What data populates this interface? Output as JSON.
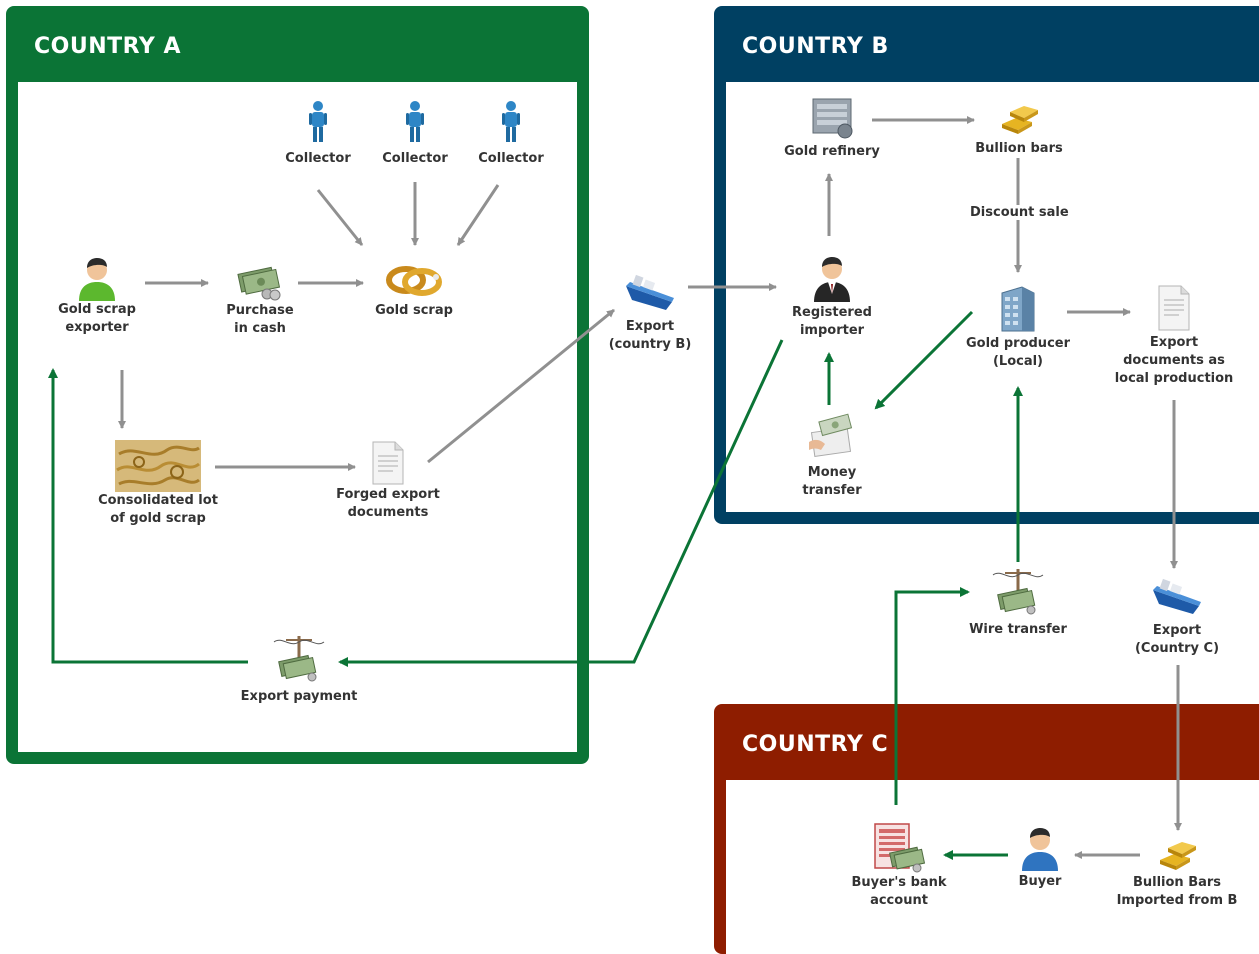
{
  "countries": {
    "a": {
      "title": "COUNTRY A",
      "color": "#0b7436"
    },
    "b": {
      "title": "COUNTRY B",
      "color": "#004062"
    },
    "c": {
      "title": "COUNTRY C",
      "color": "#8e1d00"
    }
  },
  "nodes": {
    "collector_1": {
      "line1": "Collector",
      "icon": "person-icon"
    },
    "collector_2": {
      "line1": "Collector",
      "icon": "person-icon"
    },
    "collector_3": {
      "line1": "Collector",
      "icon": "person-icon"
    },
    "gold_scrap_exporter": {
      "line1": "Gold scrap",
      "line2": "exporter",
      "icon": "user-icon"
    },
    "purchase_in_cash": {
      "line1": "Purchase",
      "line2": "in cash",
      "icon": "cash-icon"
    },
    "gold_scrap": {
      "line1": "Gold scrap",
      "icon": "gold-rings-icon"
    },
    "consolidated_lot": {
      "line1": "Consolidated lot",
      "line2": "of gold scrap",
      "icon": "gold-pile-icon"
    },
    "forged_export_documents": {
      "line1": "Forged export",
      "line2": "documents",
      "icon": "document-icon"
    },
    "export_payment": {
      "line1": "Export payment",
      "icon": "wire-money-icon"
    },
    "export_country_b": {
      "line1": "Export",
      "line2": "(country B)",
      "icon": "ship-icon"
    },
    "gold_refinery": {
      "line1": "Gold refinery",
      "icon": "refinery-icon"
    },
    "bullion_bars": {
      "line1": "Bullion bars",
      "icon": "gold-bars-icon"
    },
    "registered_importer": {
      "line1": "Registered",
      "line2": "importer",
      "icon": "businessman-icon"
    },
    "gold_producer": {
      "line1": "Gold producer",
      "line2": "(Local)",
      "icon": "building-icon"
    },
    "export_documents_local": {
      "line1": "Export",
      "line2": "documents as",
      "line3": "local production",
      "icon": "document-icon"
    },
    "money_transfer": {
      "line1": "Money",
      "line2": "transfer",
      "icon": "money-hand-icon"
    },
    "wire_transfer": {
      "line1": "Wire transfer",
      "icon": "wire-money-icon"
    },
    "export_country_c": {
      "line1": "Export",
      "line2": "(Country C)",
      "icon": "ship-icon"
    },
    "buyers_bank_account": {
      "line1": "Buyer's bank",
      "line2": "account",
      "icon": "bank-statement-icon"
    },
    "buyer": {
      "line1": "Buyer",
      "icon": "user-icon"
    },
    "bullion_bars_imported": {
      "line1": "Bullion Bars",
      "line2": "Imported from B",
      "icon": "gold-bars-icon"
    }
  },
  "edge_labels": {
    "discount_sale": "Discount sale"
  },
  "colors": {
    "goods_flow": "#909090",
    "money_flow": "#0b7436"
  }
}
